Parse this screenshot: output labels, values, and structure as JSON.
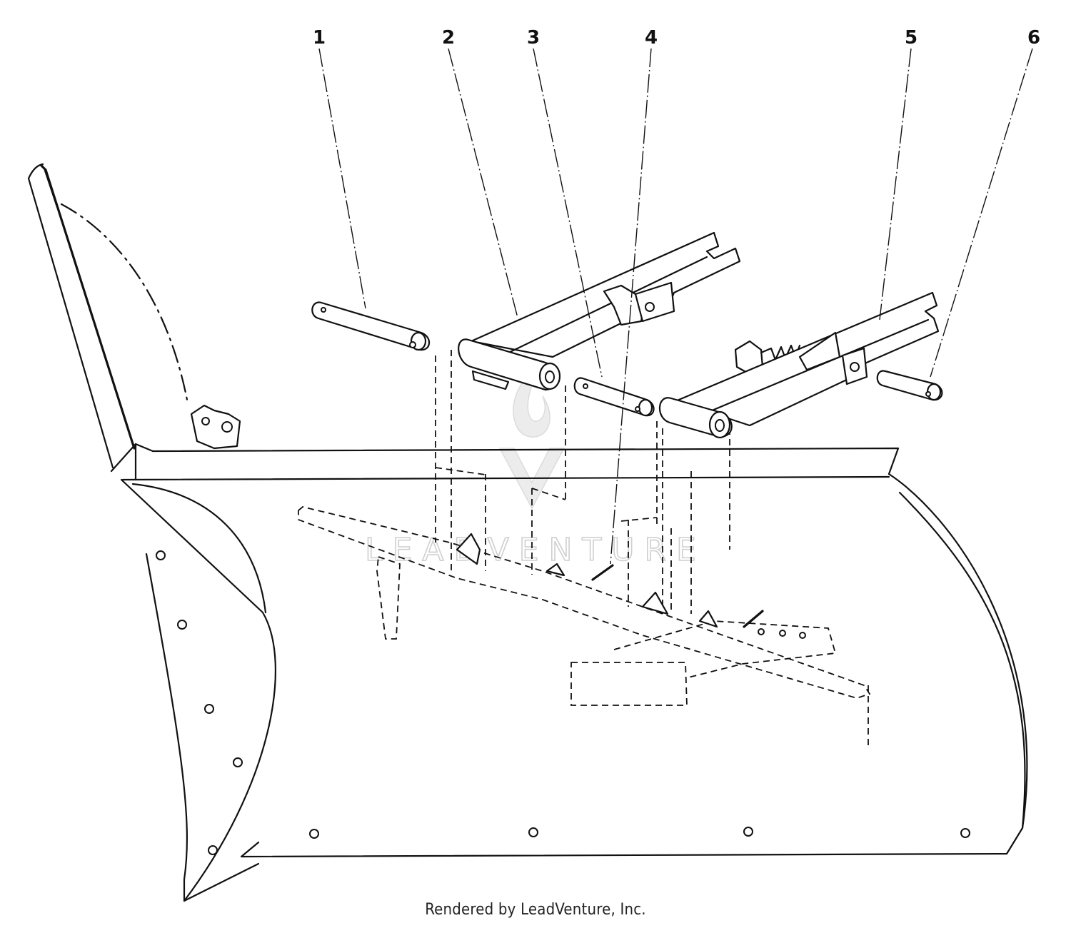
{
  "callouts": [
    {
      "id": "1",
      "label": "1"
    },
    {
      "id": "2",
      "label": "2"
    },
    {
      "id": "3",
      "label": "3"
    },
    {
      "id": "4",
      "label": "4"
    },
    {
      "id": "5",
      "label": "5"
    },
    {
      "id": "6",
      "label": "6"
    }
  ],
  "watermark": {
    "text": "LEADVENTURE"
  },
  "footer": {
    "credit": "Rendered by LeadVenture, Inc."
  },
  "colors": {
    "ink": "#111111",
    "watermark": "#cfcfcf",
    "background": "#ffffff"
  }
}
